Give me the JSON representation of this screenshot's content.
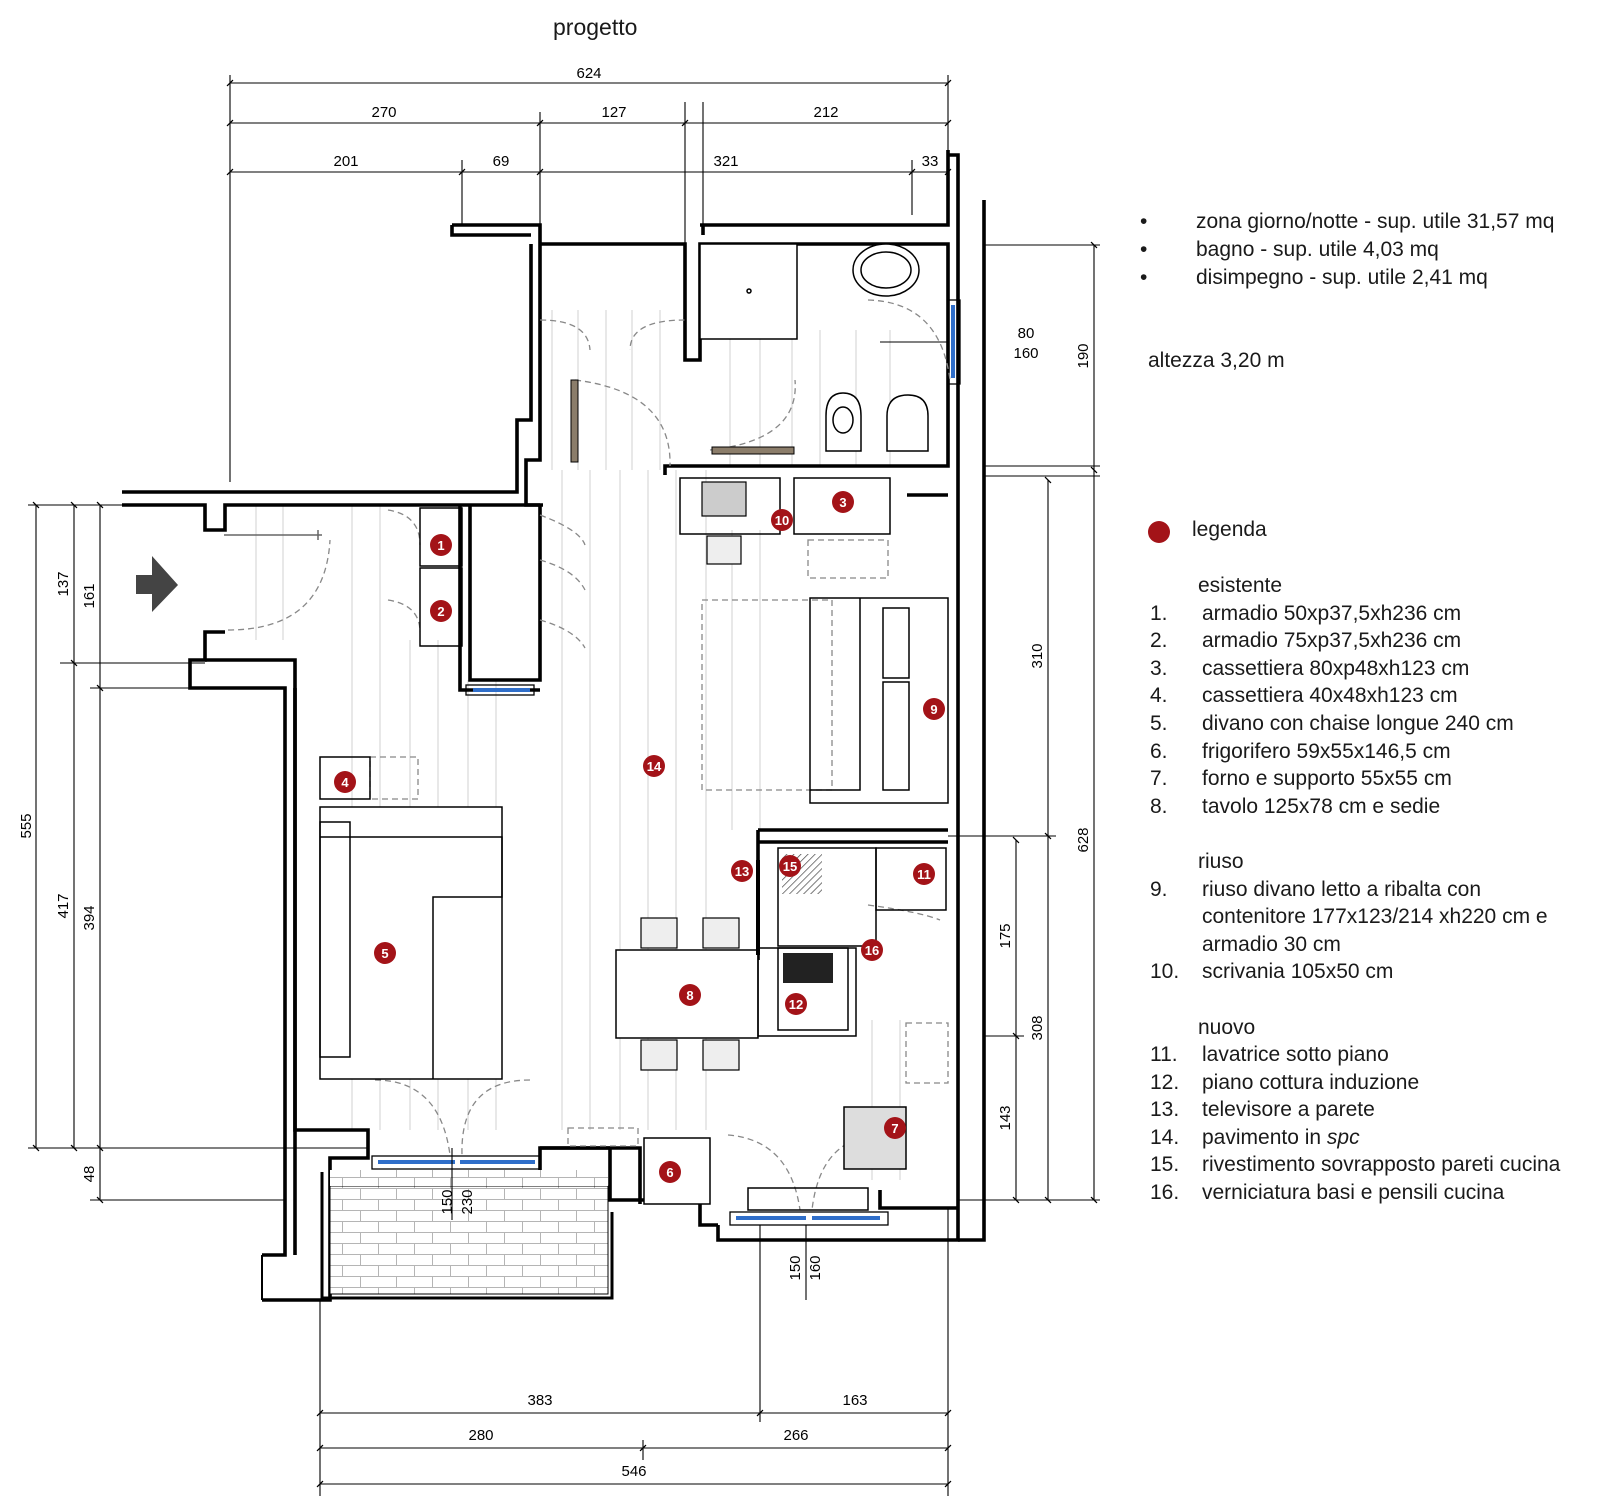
{
  "title": "progetto",
  "summary": [
    "zona giorno/notte - sup. utile 31,57 mq",
    "bagno - sup. utile 4,03 mq",
    "disimpegno - sup. utile 2,41 mq"
  ],
  "height_note": "altezza 3,20 m",
  "legend": {
    "heading": "legenda",
    "marker_color": "#a31318",
    "groups": [
      {
        "title": "esistente",
        "items": [
          {
            "n": "1.",
            "text": "armadio 50xp37,5xh236 cm"
          },
          {
            "n": "2.",
            "text": "armadio 75xp37,5xh236 cm"
          },
          {
            "n": "3.",
            "text": "cassettiera 80xp48xh123 cm"
          },
          {
            "n": "4.",
            "text": "cassettiera 40x48xh123 cm"
          },
          {
            "n": "5.",
            "text": "divano con chaise longue 240 cm"
          },
          {
            "n": "6.",
            "text": "frigorifero 59x55x146,5 cm"
          },
          {
            "n": "7.",
            "text": "forno e supporto 55x55 cm"
          },
          {
            "n": "8.",
            "text": "tavolo 125x78 cm e sedie"
          }
        ]
      },
      {
        "title": "riuso",
        "items": [
          {
            "n": "9.",
            "text": "riuso divano letto a ribalta con contenitore 177x123/214 xh220 cm e armadio 30 cm"
          },
          {
            "n": "10.",
            "text": "scrivania 105x50 cm"
          }
        ]
      },
      {
        "title": "nuovo",
        "items": [
          {
            "n": "11.",
            "text": "lavatrice sotto piano"
          },
          {
            "n": "12.",
            "text": "piano cottura induzione"
          },
          {
            "n": "13.",
            "text": "televisore a parete"
          },
          {
            "n": "14.",
            "text": "pavimento in ",
            "italic": "spc"
          },
          {
            "n": "15.",
            "text": "rivestimento sovrapposto pareti cucina"
          },
          {
            "n": "16.",
            "text": "verniciatura basi e pensili cucina"
          }
        ]
      }
    ]
  },
  "dimensions": {
    "top": [
      "624",
      "270",
      "127",
      "212",
      "201",
      "69",
      "321",
      "33"
    ],
    "left": [
      "555",
      "137",
      "161",
      "417",
      "394",
      "48"
    ],
    "right": [
      "190",
      "310",
      "628",
      "175",
      "308",
      "143"
    ],
    "bottom": [
      "383",
      "163",
      "280",
      "266",
      "546"
    ],
    "windows": [
      "80",
      "160",
      "150",
      "230",
      "150",
      "160"
    ]
  },
  "markers": [
    "1",
    "2",
    "3",
    "4",
    "5",
    "6",
    "7",
    "8",
    "9",
    "10",
    "11",
    "12",
    "13",
    "14",
    "15",
    "16"
  ]
}
